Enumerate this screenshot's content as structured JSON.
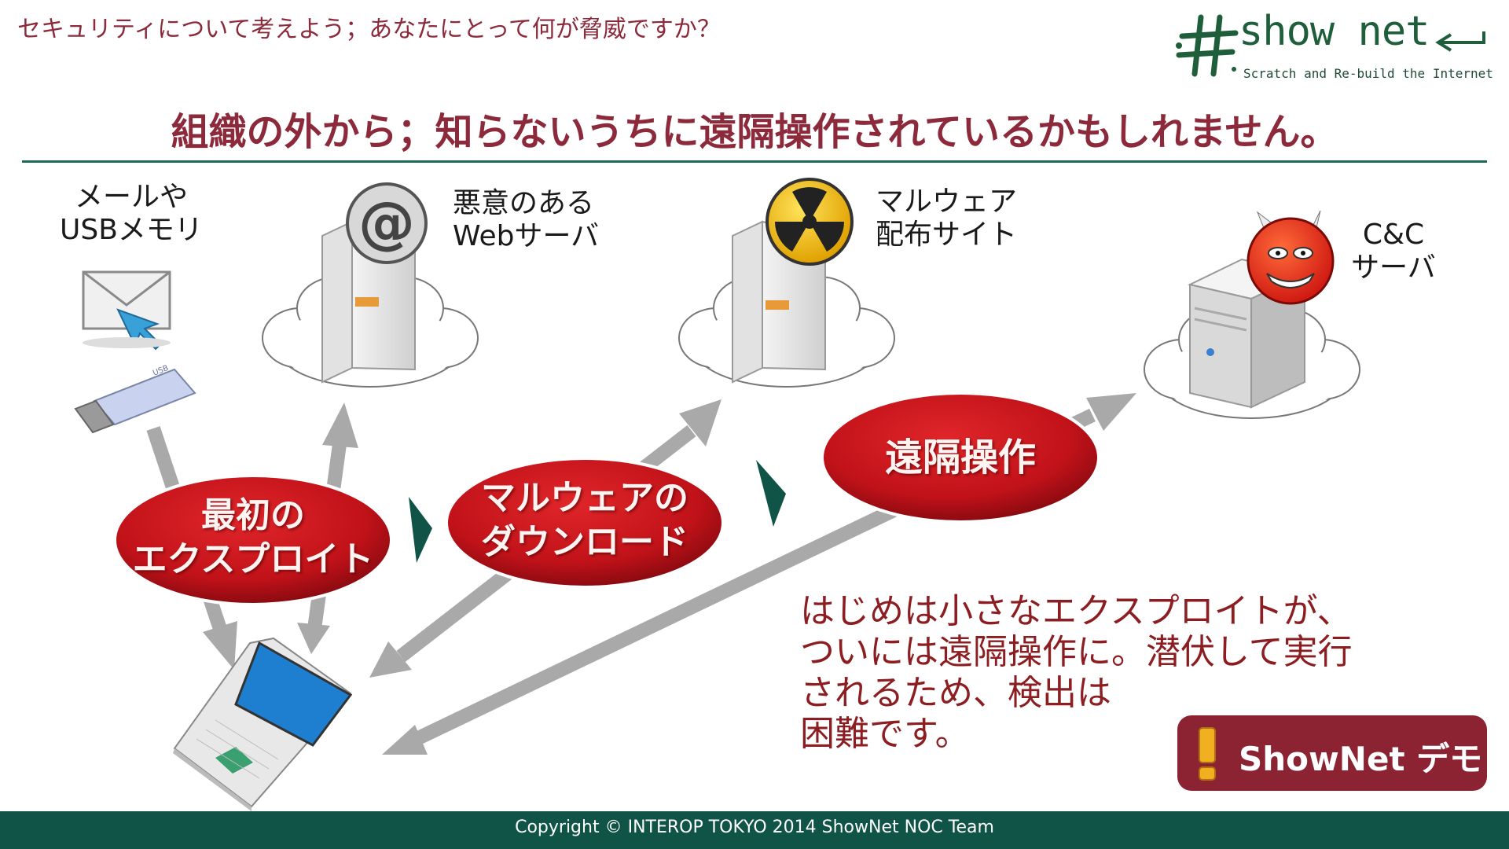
{
  "header": {
    "subtitle": "セキュリティについて考えよう；あなたにとって何が脅威ですか？",
    "logo_text": "show net",
    "logo_tagline": "Scratch and Re-build the Internet"
  },
  "title": "組織の外から；知らないうちに遠隔操作されているかもしれません。",
  "nodes": {
    "mail_usb": [
      "メールや",
      "USBメモリ"
    ],
    "malicious_web": [
      "悪意のある",
      "Webサーバ"
    ],
    "malware_site": [
      "マルウェア",
      "配布サイト"
    ],
    "cc_server": [
      "C&C",
      "サーバ"
    ]
  },
  "stages": {
    "first_exploit": [
      "最初の",
      "エクスプロイト"
    ],
    "malware_download": [
      "マルウェアの",
      "ダウンロード"
    ],
    "remote_control": [
      "遠隔操作"
    ]
  },
  "summary": [
    "はじめは小さなエクスプロイトが、",
    "ついには遠隔操作に。潜伏して実行",
    "されるため、検出は",
    "困難です。"
  ],
  "demo_badge": "ShowNet デモ",
  "footer": "Copyright © INTEROP TOKYO 2014 ShowNet NOC Team",
  "colors": {
    "title": "#8c2a3c",
    "ellipse": "#c4141c",
    "footer": "#0f5446",
    "arrow": "#a9a9a9",
    "chevron": "#0f5446"
  }
}
